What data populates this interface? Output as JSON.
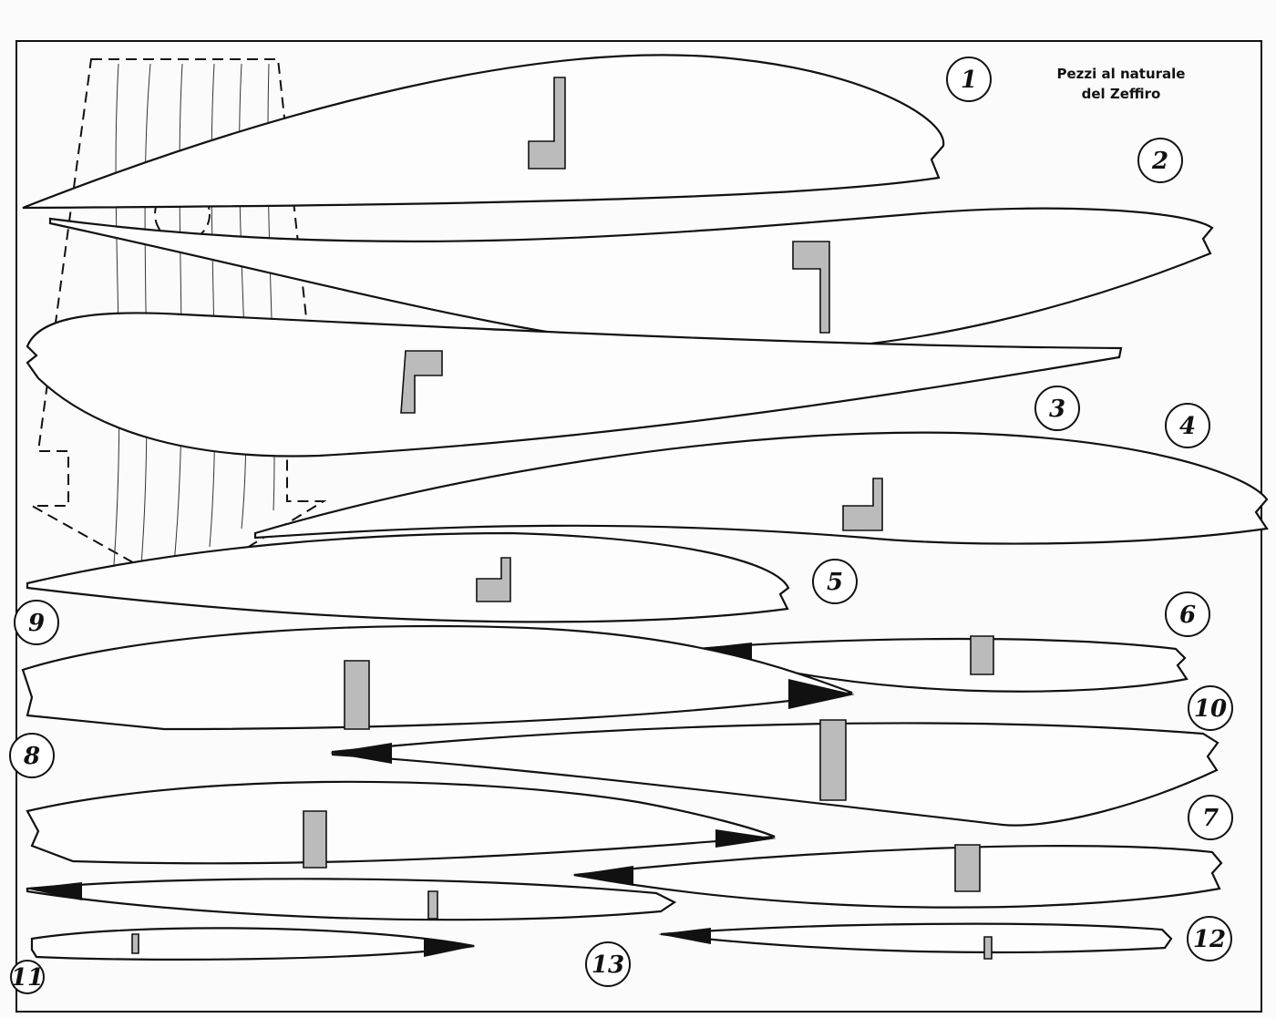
{
  "title": {
    "line1": "Pezzi al naturale",
    "line2": "del Zeffiro"
  },
  "piece_labels": [
    "1",
    "2",
    "3",
    "4",
    "5",
    "6",
    "7",
    "8",
    "9",
    "10",
    "11",
    "12",
    "13"
  ]
}
